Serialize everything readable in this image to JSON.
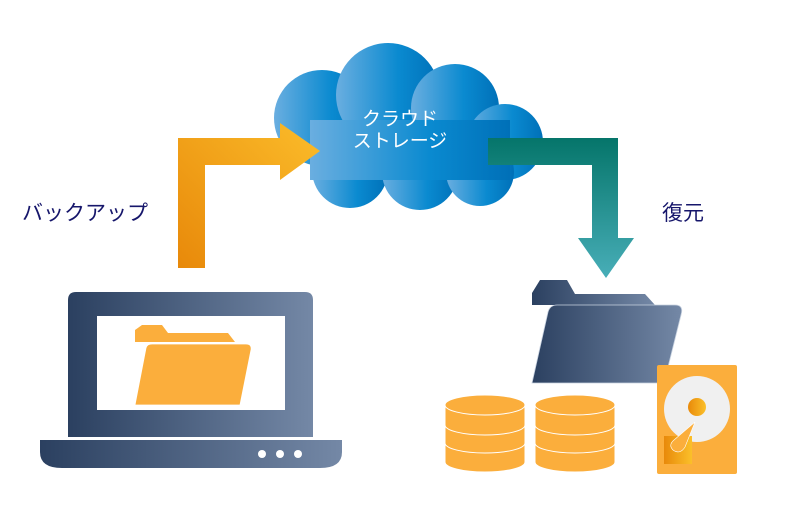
{
  "labels": {
    "backup": "バックアップ",
    "restore": "復元",
    "cloud_line1": "クラウド",
    "cloud_line2": "ストレージ"
  },
  "colors": {
    "label_text": "#16166b",
    "backup_arrow_start": "#e8890a",
    "backup_arrow_end": "#fbbc2a",
    "restore_arrow_start": "#05756a",
    "restore_arrow_end": "#48aeb8",
    "cloud_start": "#6aaee0",
    "cloud_end": "#0070b8",
    "device_start": "#2b4060",
    "device_end": "#7286a3",
    "orange": "#fbae3c"
  },
  "icons": [
    "cloud-icon",
    "laptop-icon",
    "folder-icon",
    "database-icon",
    "hard-drive-icon",
    "arrow-icon"
  ]
}
